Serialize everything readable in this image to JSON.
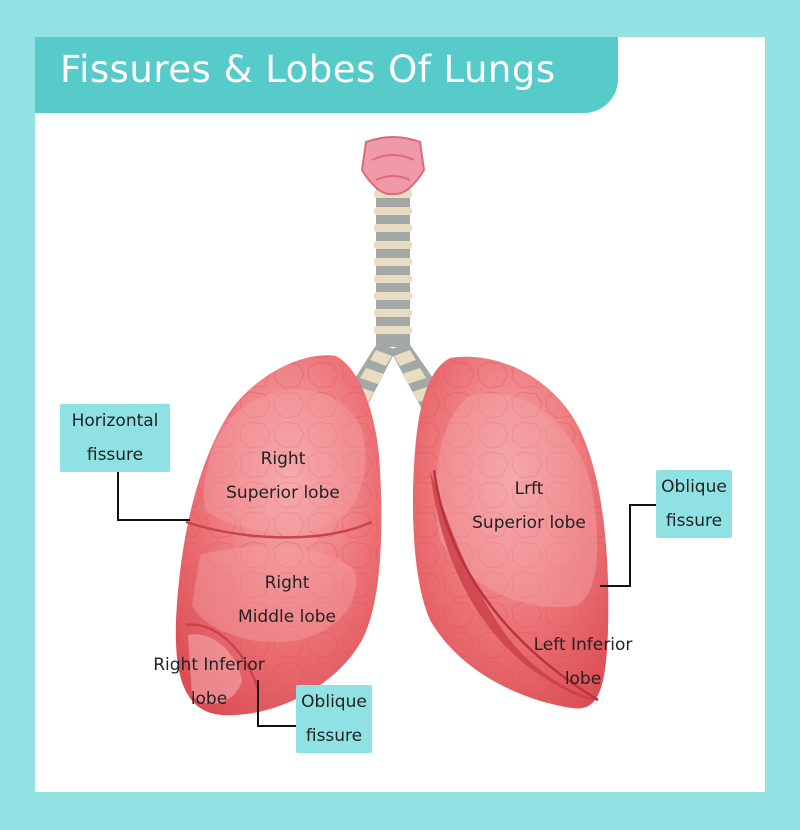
{
  "title": "Fissures & Lobes Of Lungs",
  "labels": {
    "right_superior": [
      "Right",
      "Superior lobe"
    ],
    "right_middle": [
      "Right",
      "Middle lobe"
    ],
    "right_inferior": [
      "Right Inferior",
      "lobe"
    ],
    "left_superior": [
      "Lrft",
      "Superior lobe"
    ],
    "left_inferior": [
      "Left Inferior",
      "lobe"
    ]
  },
  "callouts": {
    "horizontal_fissure": [
      "Horizontal",
      "fissure"
    ],
    "oblique_fissure_left": [
      "Oblique",
      "fissure"
    ],
    "oblique_fissure_right": [
      "Oblique",
      "fissure"
    ]
  },
  "colors": {
    "background": "#93e1e3",
    "banner": "#56cbc9",
    "callout": "#8fe1e3",
    "lung": "#e95e63",
    "lung_light": "#f6a1a3",
    "trachea_ring": "#e8ddc2",
    "trachea_band": "#a3a8a4",
    "larynx": "#f09aa7"
  }
}
